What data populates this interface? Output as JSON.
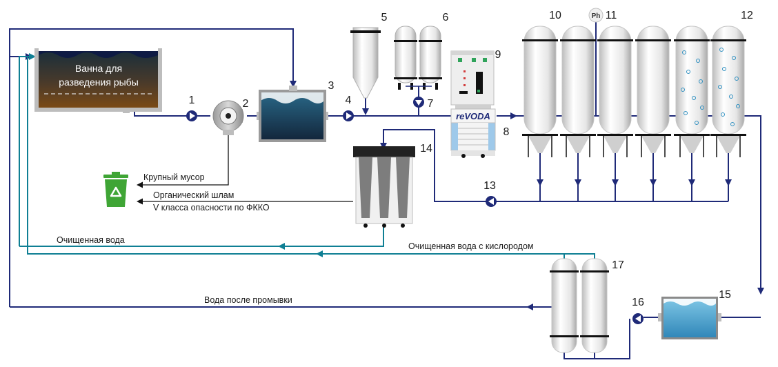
{
  "tank": {
    "line1": "Ванна для",
    "line2": "разведения рыбы"
  },
  "labels": {
    "n1": "1",
    "n2": "2",
    "n3": "3",
    "n4": "4",
    "n5": "5",
    "n6": "6",
    "n7": "7",
    "n8": "8",
    "n9": "9",
    "n10": "10",
    "n11": "11",
    "n12": "12",
    "n13": "13",
    "n14": "14",
    "n15": "15",
    "n16": "16",
    "n17": "17"
  },
  "ph": "Ph",
  "brand": "reVODA",
  "outputs": {
    "coarse_debris": "Крупный мусор",
    "sludge_line1": "Органический шлам",
    "sludge_line2": "V класса опасности по ФККО",
    "clean_water": "Очищенная вода",
    "oxygen_water": "Очищенная вода с кислородом",
    "wash_water": "Вода после промывки"
  },
  "colors": {
    "navy_line": "#1f2a78",
    "teal_line": "#0f7f94",
    "trash_green": "#3fa535"
  }
}
